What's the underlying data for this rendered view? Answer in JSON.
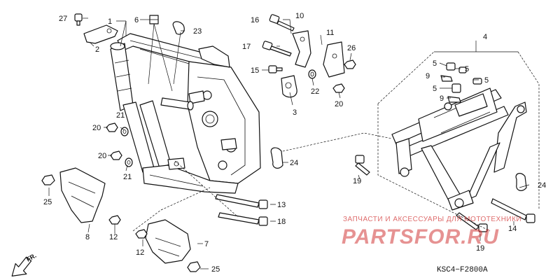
{
  "diagram": {
    "code": "KSC4−F2800A",
    "front_marker": "FR.",
    "watermark": {
      "caption": "ЗАПЧАСТИ И АКСЕССУАРЫ ДЛЯ МОТОТЕХНИКИ",
      "brand": "PARTSFOR.RU"
    },
    "callouts": {
      "n1": "1",
      "n2": "2",
      "n3": "3",
      "n4": "4",
      "n5a": "5",
      "n5b": "5",
      "n5c": "5",
      "n5d": "5",
      "n6": "6",
      "n7": "7",
      "n8": "8",
      "n9a": "9",
      "n9b": "9",
      "n10": "10",
      "n11": "11",
      "n12a": "12",
      "n12b": "12",
      "n13": "13",
      "n14": "14",
      "n15": "15",
      "n16": "16",
      "n17": "17",
      "n18": "18",
      "n19a": "19",
      "n19b": "19",
      "n20a": "20",
      "n20b": "20",
      "n20c": "20",
      "n21a": "21",
      "n21b": "21",
      "n22": "22",
      "n23": "23",
      "n24a": "24",
      "n24b": "24",
      "n25a": "25",
      "n25b": "25",
      "n26": "26",
      "n27": "27"
    }
  }
}
